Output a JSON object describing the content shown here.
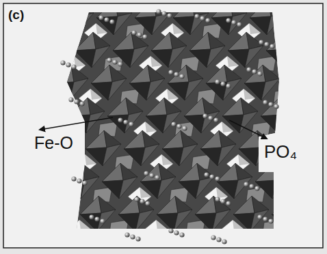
{
  "diagram": {
    "labels": [
      "(c)",
      "Fe-O",
      "PO₄"
    ]
  }
}
